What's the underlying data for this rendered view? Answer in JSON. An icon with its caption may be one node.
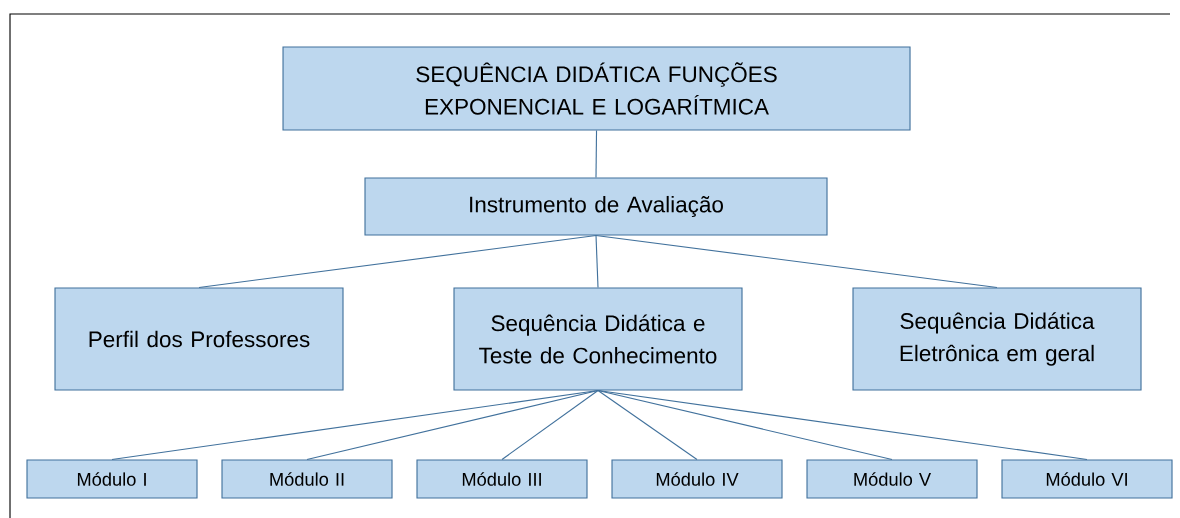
{
  "diagram": {
    "nodes": [
      {
        "text": [
          "SEQUÊNCIA DIDÁTICA FUNÇÕES EXPONENCIAL E LOGARÍTMICA"
        ]
      },
      {
        "text": [
          "Instrumento de Avaliação"
        ]
      },
      {
        "text": [
          "Perfil dos Professores"
        ]
      },
      {
        "text": [
          "Sequência Didática e Teste de Conhecimento"
        ]
      },
      {
        "text": [
          "Sequência Didática Eletrônica em geral"
        ]
      },
      {
        "text": [
          "Módulo I"
        ]
      },
      {
        "text": [
          "Módulo II"
        ]
      },
      {
        "text": [
          "Módulo III"
        ]
      },
      {
        "text": [
          "Módulo IV"
        ]
      },
      {
        "text": [
          "Módulo V"
        ]
      },
      {
        "text": [
          "Módulo VI"
        ]
      }
    ],
    "edges": [
      {
        "from": 0,
        "to": 1,
        "arrow": "none"
      },
      {
        "from": 1,
        "to": 2,
        "arrow": "none"
      },
      {
        "from": 1,
        "to": 3,
        "arrow": "none"
      },
      {
        "from": 1,
        "to": 4,
        "arrow": "none"
      },
      {
        "from": 3,
        "to": 5,
        "arrow": "none"
      },
      {
        "from": 3,
        "to": 6,
        "arrow": "none"
      },
      {
        "from": 3,
        "to": 7,
        "arrow": "none"
      },
      {
        "from": 3,
        "to": 8,
        "arrow": "none"
      },
      {
        "from": 3,
        "to": 9,
        "arrow": "none"
      },
      {
        "from": 3,
        "to": 10,
        "arrow": "none"
      }
    ]
  }
}
